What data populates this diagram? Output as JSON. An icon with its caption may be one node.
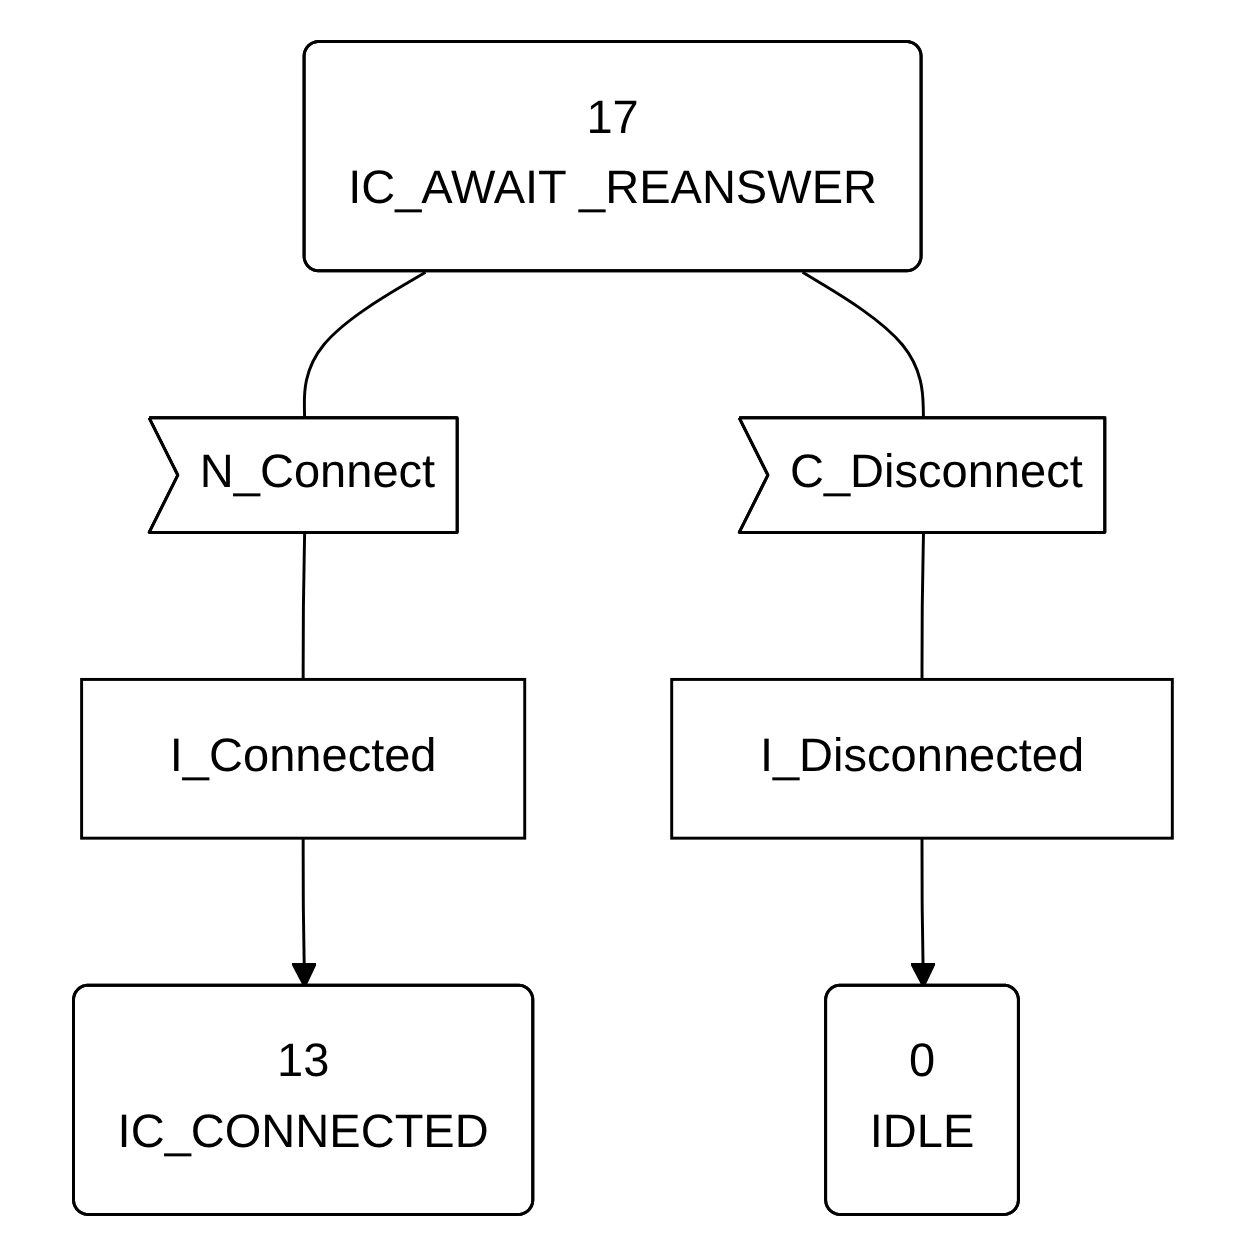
{
  "diagram": {
    "nodes": [
      {
        "text": [
          "17",
          "IC_AWAIT _REANSWER"
        ]
      },
      {
        "text": [
          "N_Connect"
        ]
      },
      {
        "text": [
          "C_Disconnect"
        ]
      },
      {
        "text": [
          "I_Connected"
        ]
      },
      {
        "text": [
          "I_Disconnected"
        ]
      },
      {
        "text": [
          "13",
          "IC_CONNECTED"
        ]
      },
      {
        "text": [
          "0",
          "IDLE"
        ]
      }
    ],
    "edges": [
      {
        "from": 0,
        "to": 1,
        "arrow": "none"
      },
      {
        "from": 0,
        "to": 2,
        "arrow": "none"
      },
      {
        "from": 1,
        "to": 3,
        "arrow": "none"
      },
      {
        "from": 2,
        "to": 4,
        "arrow": "none"
      },
      {
        "from": 3,
        "to": 5,
        "arrow": "to"
      },
      {
        "from": 4,
        "to": 6,
        "arrow": "to"
      }
    ]
  }
}
